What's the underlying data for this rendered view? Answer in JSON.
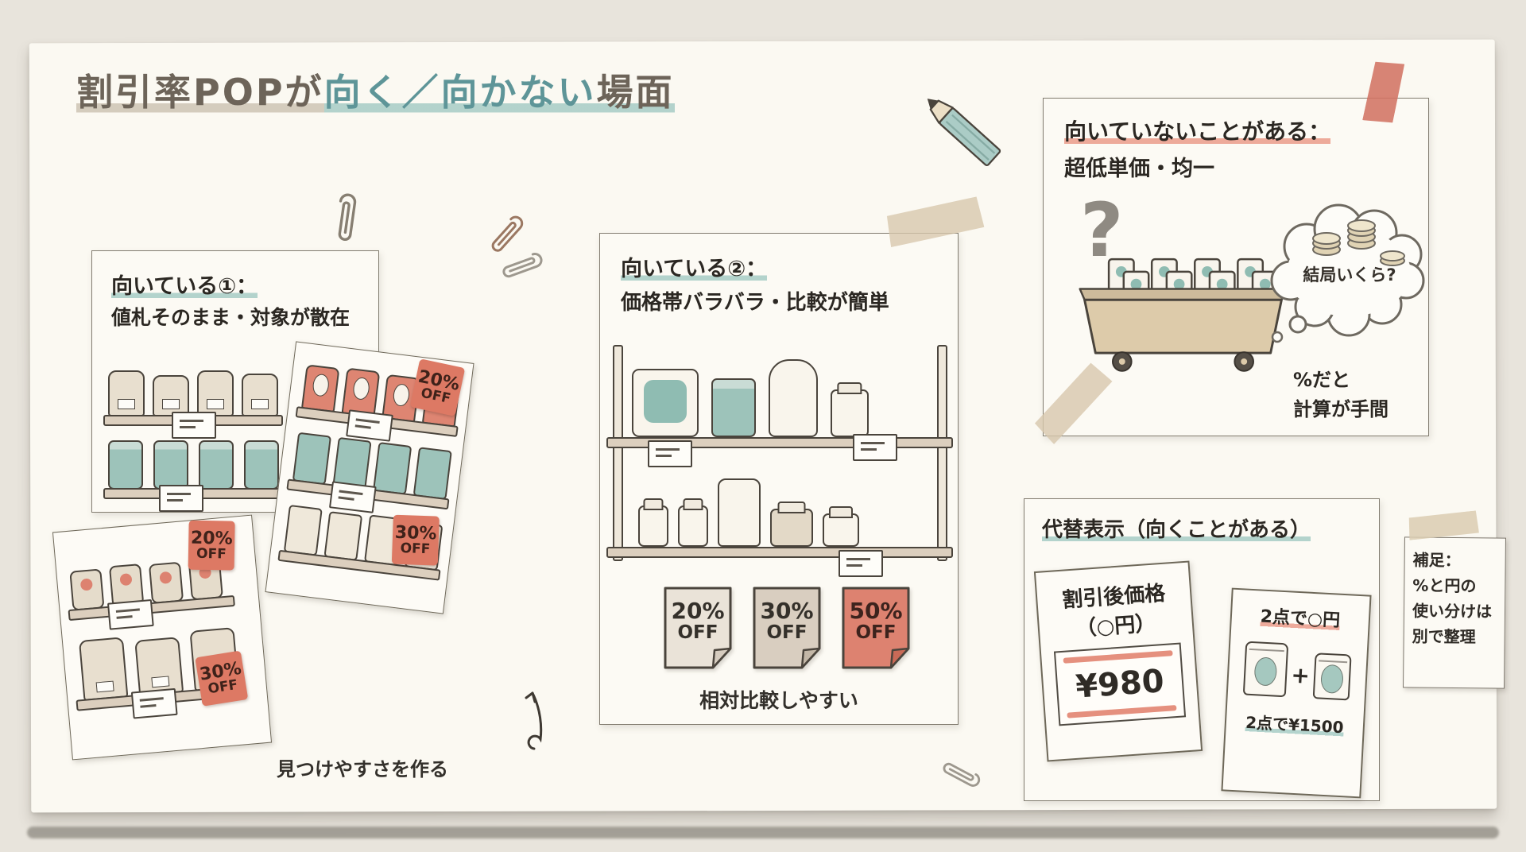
{
  "title": {
    "prefix": "割引率POPが",
    "highlight": "向く／向かない",
    "suffix": "場面"
  },
  "panel_suitable_1": {
    "heading": "向いている①：",
    "subheading": "値札そのまま・対象が散在",
    "badges": [
      {
        "pct": "20%",
        "off": "OFF"
      },
      {
        "pct": "30%",
        "off": "OFF"
      },
      {
        "pct": "20%",
        "off": "OFF"
      },
      {
        "pct": "30%",
        "off": "OFF"
      }
    ],
    "caption": "見つけやすさを作る"
  },
  "panel_suitable_2": {
    "heading": "向いている②：",
    "subheading": "価格帯バラバラ・比較が簡単",
    "price_tags": [
      {
        "pct": "20%",
        "off": "OFF"
      },
      {
        "pct": "30%",
        "off": "OFF"
      },
      {
        "pct": "50%",
        "off": "OFF"
      }
    ],
    "caption": "相対比較しやすい"
  },
  "panel_unsuitable": {
    "heading": "向いていないことがある：",
    "subheading": "超低単価・均一",
    "question_mark": "?",
    "thought_bubble": "結局いくら?",
    "note_line1": "%だと",
    "note_line2": "計算が手間"
  },
  "panel_alternative": {
    "heading": "代替表示（向くことがある）",
    "price_card": {
      "line1": "割引後価格",
      "line2": "（○円）",
      "price": "¥980"
    },
    "bundle_card": {
      "title": "2点で○円",
      "plus": "+",
      "caption": "2点で¥1500"
    }
  },
  "sticky_note": {
    "line1": "補足：",
    "line2": "%と円の",
    "line3": "使い分けは",
    "line4": "別で整理"
  },
  "colors": {
    "teal_accent": "#5e9598",
    "salmon_accent": "#dd8270",
    "ink": "#35302a",
    "paper": "#fbf9f2"
  }
}
